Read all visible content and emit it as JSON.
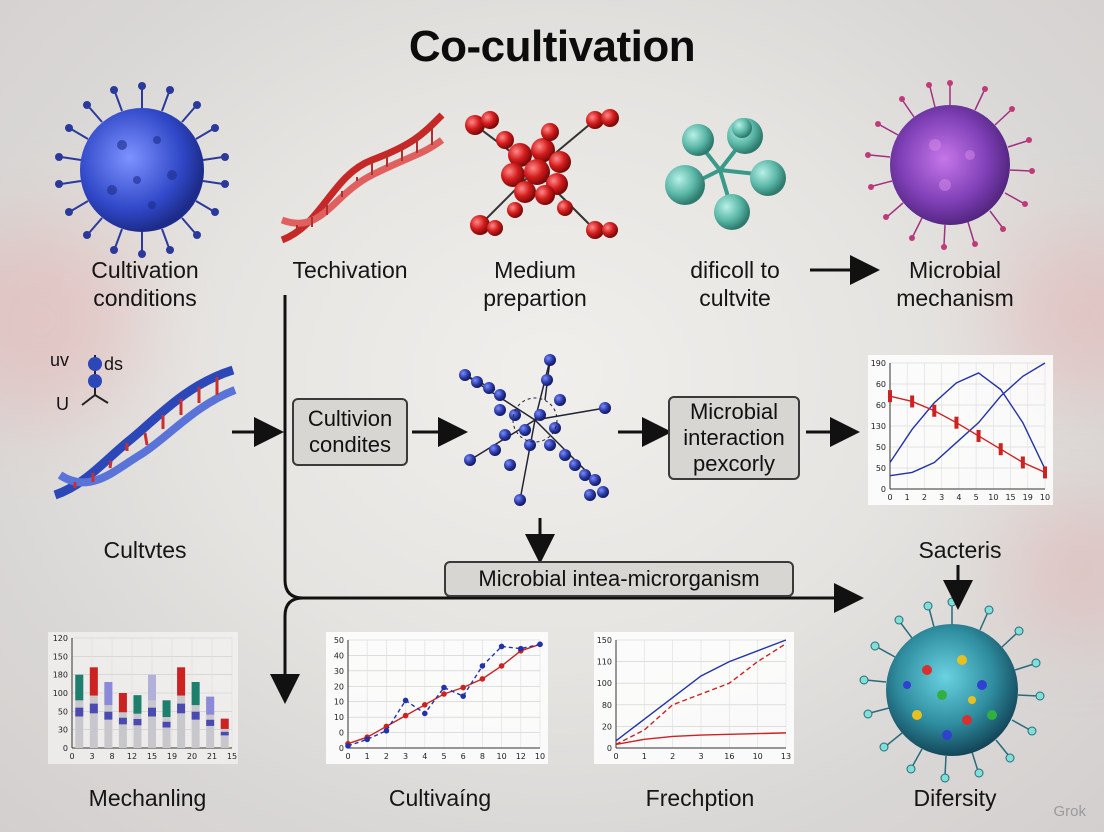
{
  "title": "Co-cultivation",
  "top_row": {
    "item1": [
      "Cultivation",
      "conditions"
    ],
    "item2": [
      "Techivation"
    ],
    "item3": [
      "Medium",
      "prepartion"
    ],
    "item4": [
      "dificoll to",
      "cultvite"
    ],
    "item5": [
      "Microbial",
      "mechanism"
    ]
  },
  "middle_row": {
    "dna_annotation_top": "uv",
    "dna_annotation_ds": "ds",
    "dna_annotation_u": "U",
    "left_label": "Cultvtes",
    "box1": [
      "Cultivion",
      "condites"
    ],
    "box2": [
      "Microbial",
      "interaction",
      "pexcorly"
    ],
    "right_label": "Sacteris",
    "bottom_box": "Microbial intea-microrganism"
  },
  "bottom_row": {
    "label1": "Mechanling",
    "label2": "Cultivaíng",
    "label3": "Frechption",
    "label4": "Difersity"
  },
  "watermark": "Grok",
  "colors": {
    "cell_blue": "#3b52c8",
    "dna_red": "#d83a3a",
    "dna_blue": "#2c47b8",
    "molecule_red": "#d01e1e",
    "molecule_teal": "#5bb8a8",
    "microbe_purple": "#8a3fb0",
    "microbe_teal": "#2f8ea0",
    "chart_red": "#cc2222",
    "chart_blue": "#2233aa",
    "chart_green": "#1f7f6e"
  },
  "chart_data": [
    {
      "type": "line",
      "x_ticks": [
        "0",
        "1",
        "2",
        "3",
        "4",
        "5",
        "10",
        "15",
        "19",
        "10"
      ],
      "y_ticks": [
        "190",
        "60",
        "60",
        "130",
        "50",
        "50",
        "0"
      ],
      "series": [
        {
          "values": [
            20,
            25,
            40,
            70,
            100,
            140,
            170,
            190
          ]
        },
        {
          "values": [
            40,
            90,
            130,
            160,
            175,
            150,
            100,
            30
          ]
        },
        {
          "values": [
            140,
            132,
            118,
            100,
            80,
            60,
            40,
            25
          ]
        }
      ],
      "ylim": [
        0,
        190
      ]
    },
    {
      "type": "bar",
      "x_ticks": [
        "0",
        "3",
        "8",
        "12",
        "15",
        "19",
        "20",
        "21",
        "15"
      ],
      "y_ticks": [
        "120",
        "150",
        "180",
        "100",
        "50",
        "30",
        "0"
      ],
      "values": [
        100,
        110,
        90,
        75,
        72,
        100,
        65,
        110,
        90,
        70,
        40
      ],
      "ylim": [
        0,
        150
      ]
    },
    {
      "type": "line",
      "x_ticks": [
        "0",
        "1",
        "2",
        "3",
        "4",
        "5",
        "6",
        "8",
        "10",
        "12",
        "10"
      ],
      "y_ticks": [
        "50",
        "40",
        "30",
        "20",
        "10",
        "10",
        "0",
        "0"
      ],
      "series": [
        {
          "values": [
            2,
            5,
            10,
            15,
            20,
            25,
            28,
            32,
            38,
            45,
            48
          ]
        },
        {
          "values": [
            1,
            4,
            8,
            22,
            16,
            28,
            24,
            38,
            47,
            46,
            48
          ]
        }
      ],
      "ylim": [
        0,
        50
      ]
    },
    {
      "type": "line",
      "x_ticks": [
        "0",
        "1",
        "2",
        "3",
        "16",
        "10",
        "13"
      ],
      "y_ticks": [
        "150",
        "110",
        "100",
        "80",
        "20",
        "0"
      ],
      "series": [
        {
          "values": [
            10,
            40,
            70,
            100,
            120,
            135,
            150
          ]
        },
        {
          "values": [
            5,
            25,
            60,
            75,
            90,
            120,
            145
          ]
        },
        {
          "values": [
            5,
            12,
            16,
            18,
            19,
            20,
            21
          ]
        }
      ],
      "ylim": [
        0,
        150
      ]
    }
  ]
}
